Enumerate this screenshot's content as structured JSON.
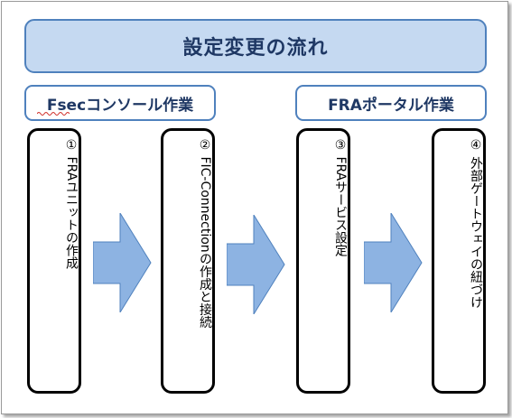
{
  "title": "設定変更の流れ",
  "sections": {
    "left": "Fsecコンソール作業",
    "right": "FRAポータル作業"
  },
  "steps": [
    {
      "label": "① FRAユニットの作成"
    },
    {
      "label": "② FIC-Connectionの作成と接続"
    },
    {
      "label": "③ FRAサービス設定"
    },
    {
      "label": "④ 外部ゲートウェイの紐づけ"
    }
  ],
  "colors": {
    "title_fill": "#c5d9f1",
    "box_border": "#4f81bd",
    "arrow_fill": "#8db3e2",
    "arrow_stroke": "#4f81bd",
    "text": "#1f3864"
  }
}
